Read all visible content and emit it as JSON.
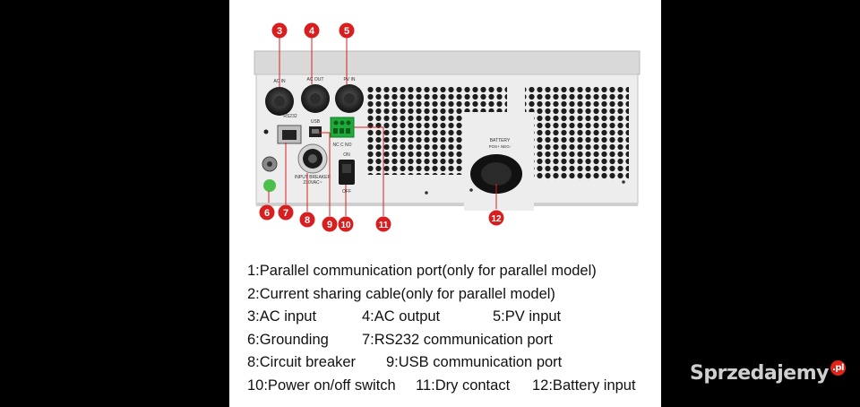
{
  "callouts": [
    "3",
    "4",
    "5",
    "6",
    "7",
    "8",
    "9",
    "10",
    "11",
    "12"
  ],
  "device_labels": {
    "ac_in": "AC IN",
    "ac_out": "AC OUT",
    "pv_in": "PV IN",
    "rs232": "RS232",
    "usb": "USB",
    "dry_contact": "NC C NO",
    "switch_on": "ON",
    "switch_off": "OFF",
    "breaker": "INPUT BREAKER",
    "breaker_rating": "230VAC~",
    "battery": "BATTERY",
    "battery_poles": "POS+   NEG-"
  },
  "legend": {
    "row1": [
      "1:Parallel communication port(only for parallel model)"
    ],
    "row2": [
      "2:Current sharing cable(only for parallel model)"
    ],
    "row3": [
      "3:AC input",
      "4:AC output",
      "5:PV input"
    ],
    "row4": [
      "6:Grounding",
      "7:RS232 communication port"
    ],
    "row5": [
      "8:Circuit breaker",
      "9:USB communication port"
    ],
    "row6": [
      "10:Power on/off switch",
      "11:Dry contact",
      "12:Battery input"
    ]
  },
  "watermark": {
    "text": "Sprzedajemy",
    "badge": ".pl"
  },
  "colors": {
    "callout": "#d81f1f",
    "terminal_green": "#1faa3a",
    "casing": "#e6e6e6"
  }
}
